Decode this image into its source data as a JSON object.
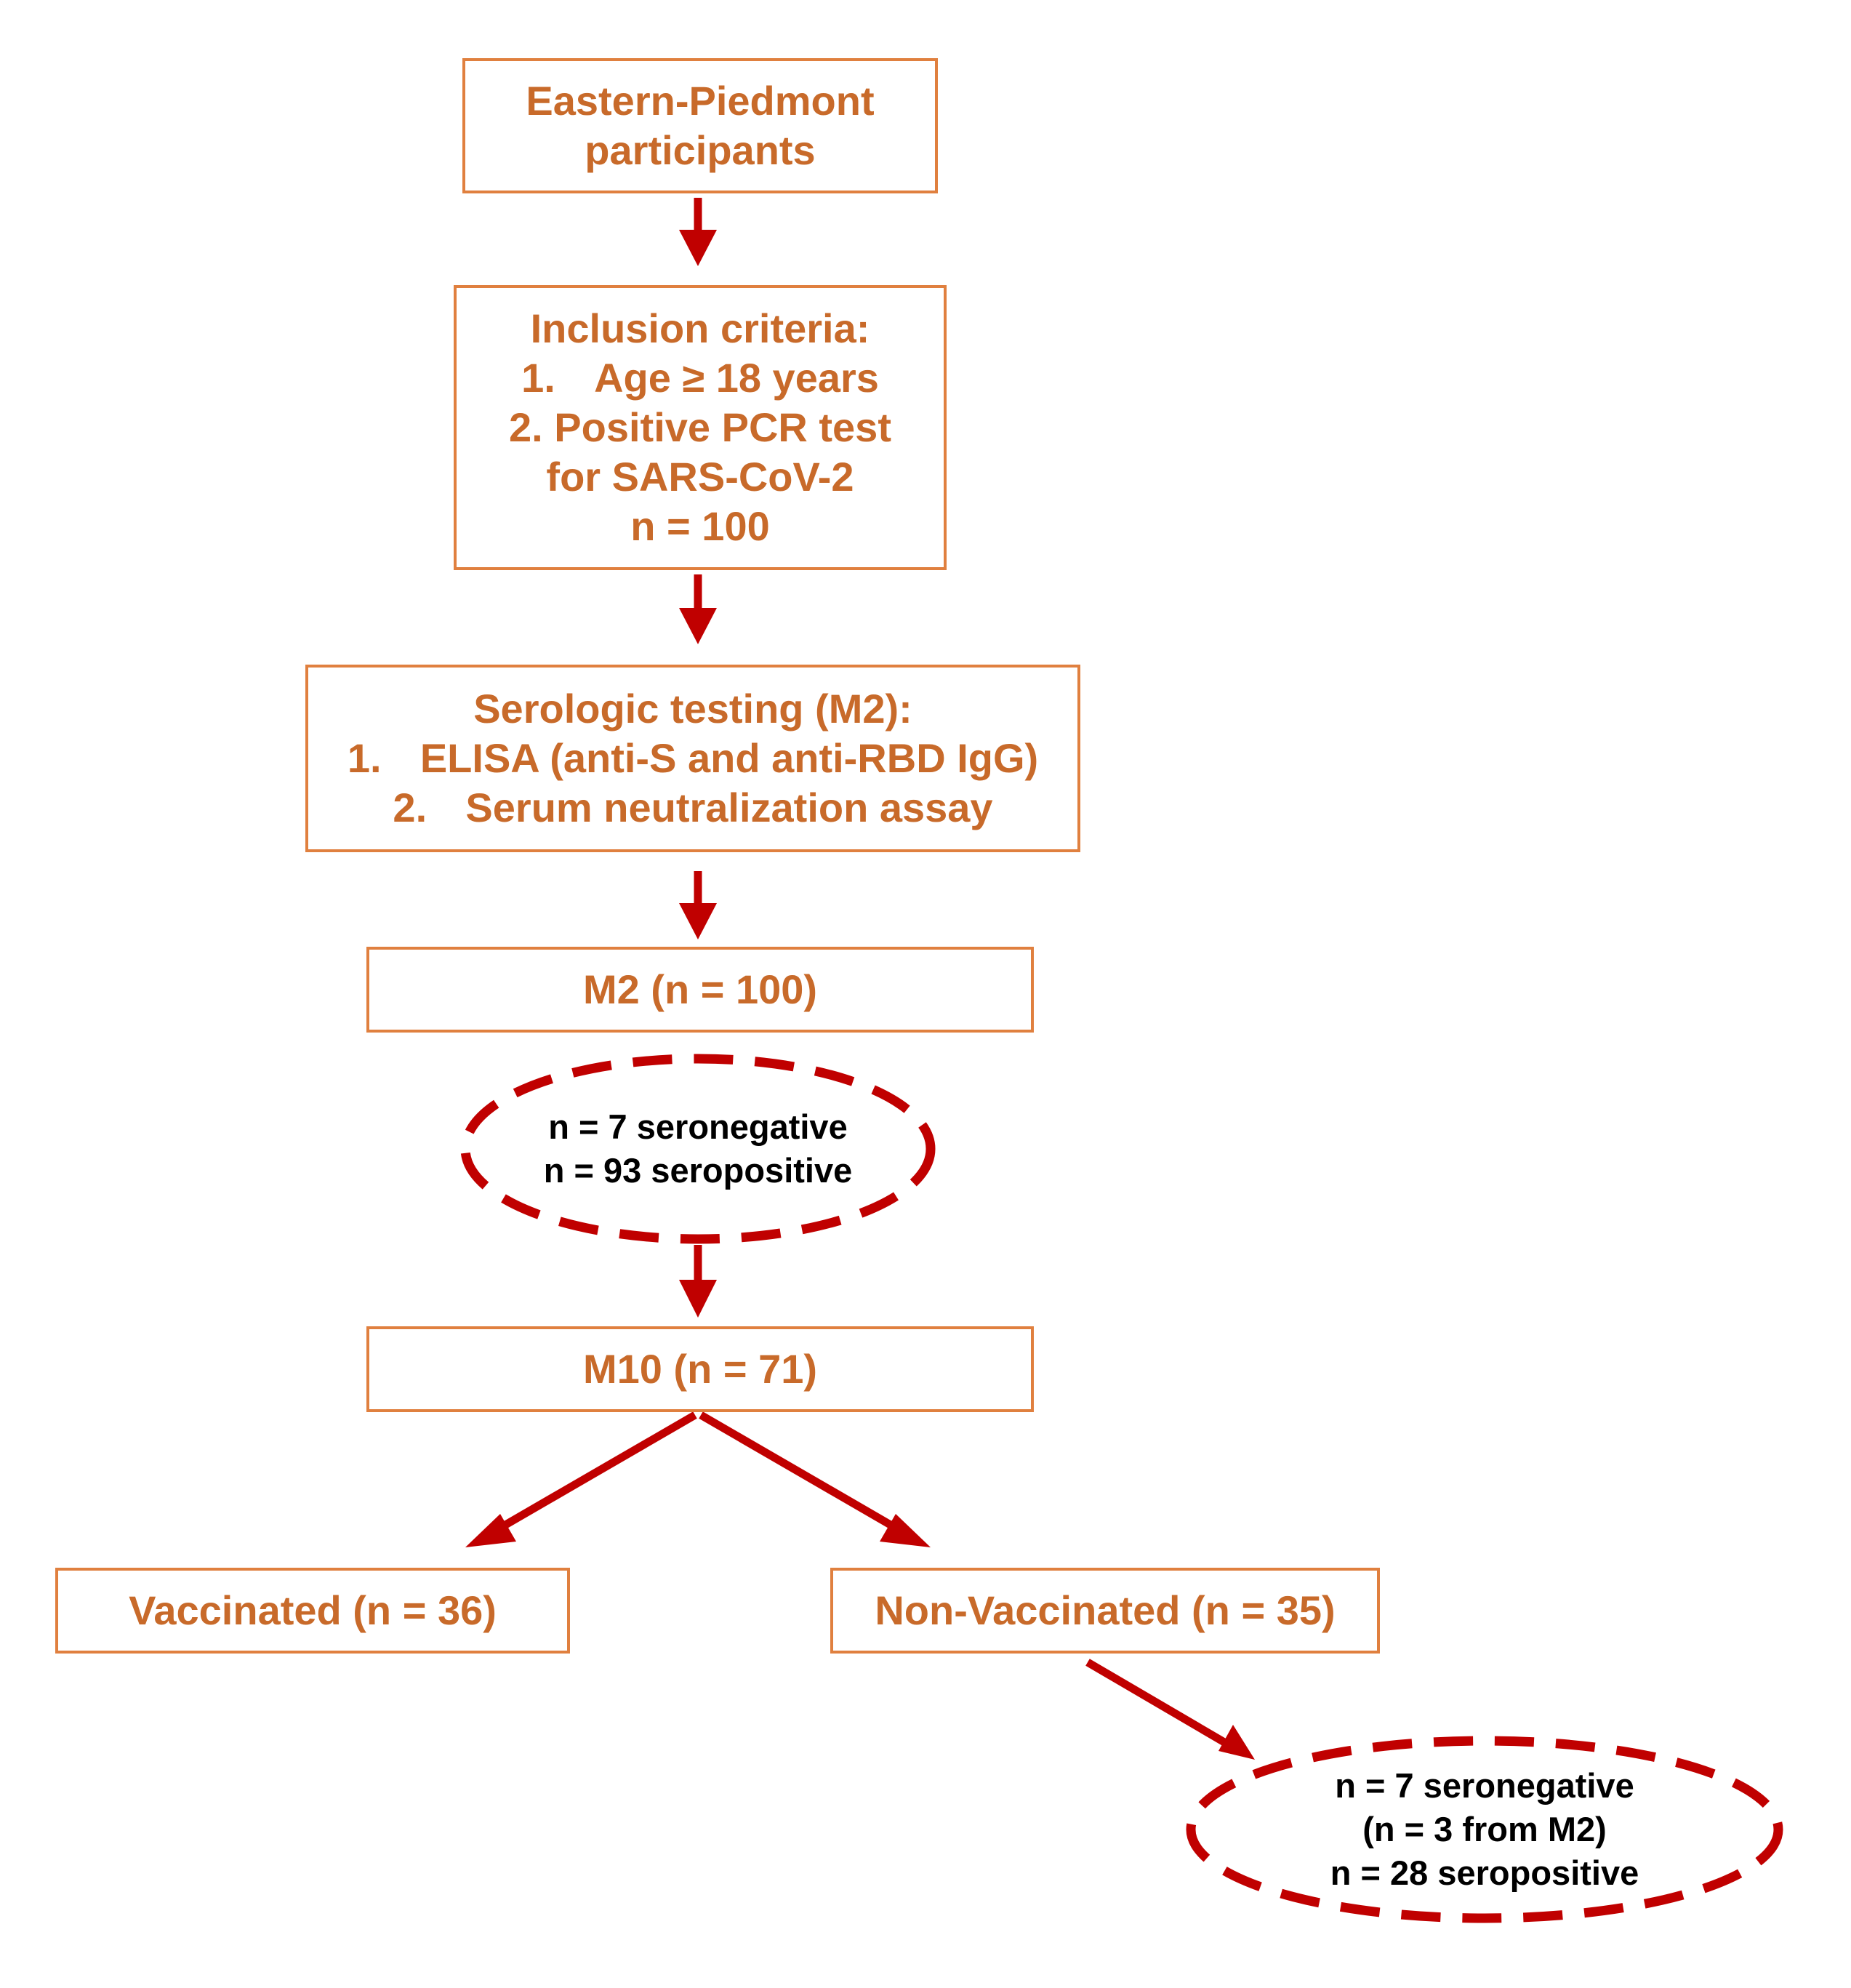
{
  "colors": {
    "box_border": "#E0803F",
    "box_text": "#C86A2A",
    "arrow": "#C00000",
    "oval_stroke": "#C00000",
    "oval_text": "#000000"
  },
  "boxes": {
    "participants": {
      "lines": [
        "Eastern-Piedmont",
        "participants"
      ]
    },
    "inclusion": {
      "title": "Inclusion criteria:",
      "item1_num": "1.",
      "item1": "Age ≥ 18 years",
      "item2": "2. Positive PCR test",
      "item2_cont": "for SARS-CoV-2",
      "count": "n = 100"
    },
    "serologic": {
      "title": "Serologic testing (M2):",
      "item1_num": "1.",
      "item1": "ELISA (anti-S and anti-RBD IgG)",
      "item2_num": "2.",
      "item2": "Serum neutralization assay"
    },
    "m2": {
      "label": "M2 (n = 100)"
    },
    "m10": {
      "label": "M10 (n = 71)"
    },
    "vaccinated": {
      "label": "Vaccinated (n = 36)"
    },
    "non_vaccinated": {
      "label": "Non-Vaccinated (n = 35)"
    }
  },
  "ovals": {
    "m2_result": {
      "lines": [
        "n = 7 seronegative",
        "n = 93 seropositive"
      ]
    },
    "nonvacc_result": {
      "lines": [
        "n = 7 seronegative",
        "(n = 3 from M2)",
        "n = 28 seropositive"
      ]
    }
  }
}
